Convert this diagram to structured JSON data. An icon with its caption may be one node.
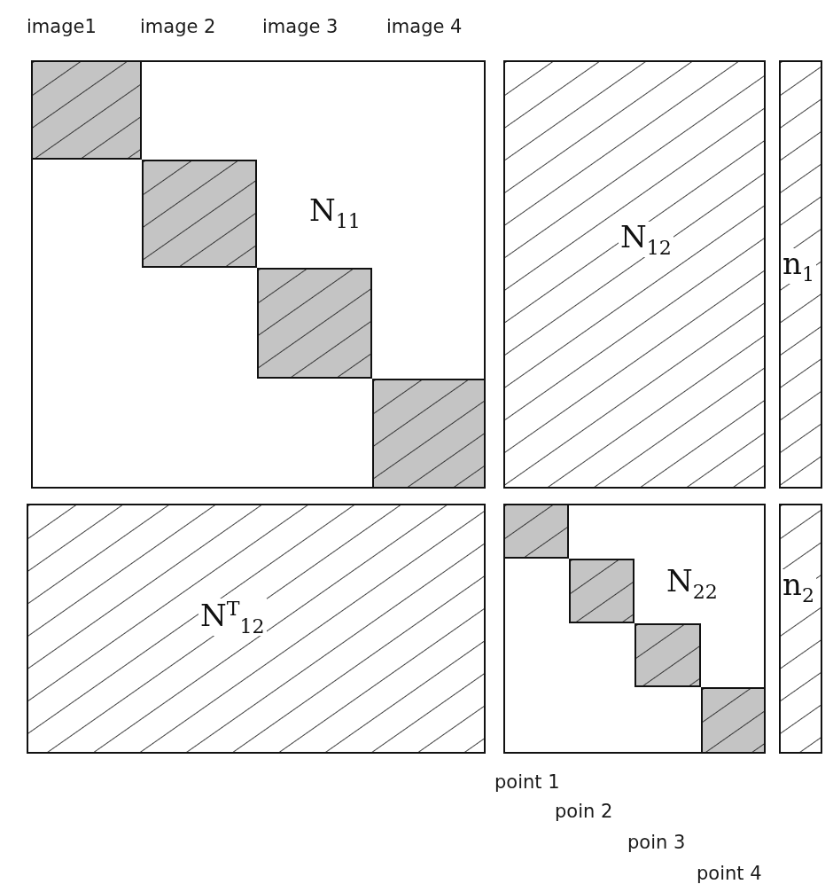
{
  "diagram": {
    "nodes": [
      {
        "text": [
          "N$_{11}$"
        ]
      },
      {
        "text": [],
        "shape": "box",
        "in": 0
      },
      {
        "text": [],
        "shape": "box",
        "in": 0
      },
      {
        "text": [],
        "shape": "box",
        "in": 0
      },
      {
        "text": [],
        "shape": "box",
        "in": 0
      },
      {
        "text": [
          "N$_{12}$"
        ]
      },
      {
        "text": [
          "n$_{1}$"
        ]
      },
      {
        "text": [
          "N$^{T}$$_{12}$"
        ]
      },
      {
        "text": [
          "N$_{22}$"
        ]
      },
      {
        "text": [],
        "shape": "box",
        "in": 8
      },
      {
        "text": [],
        "shape": "box",
        "in": 8
      },
      {
        "text": [],
        "shape": "box",
        "in": 8
      },
      {
        "text": [],
        "shape": "box",
        "in": 8
      },
      {
        "text": [
          "n$_{2}$"
        ]
      }
    ],
    "labels": [
      "image1",
      "image 2",
      "image 3",
      "image 4",
      "point 1",
      "poin 2",
      "poin 3",
      "point 4"
    ]
  }
}
